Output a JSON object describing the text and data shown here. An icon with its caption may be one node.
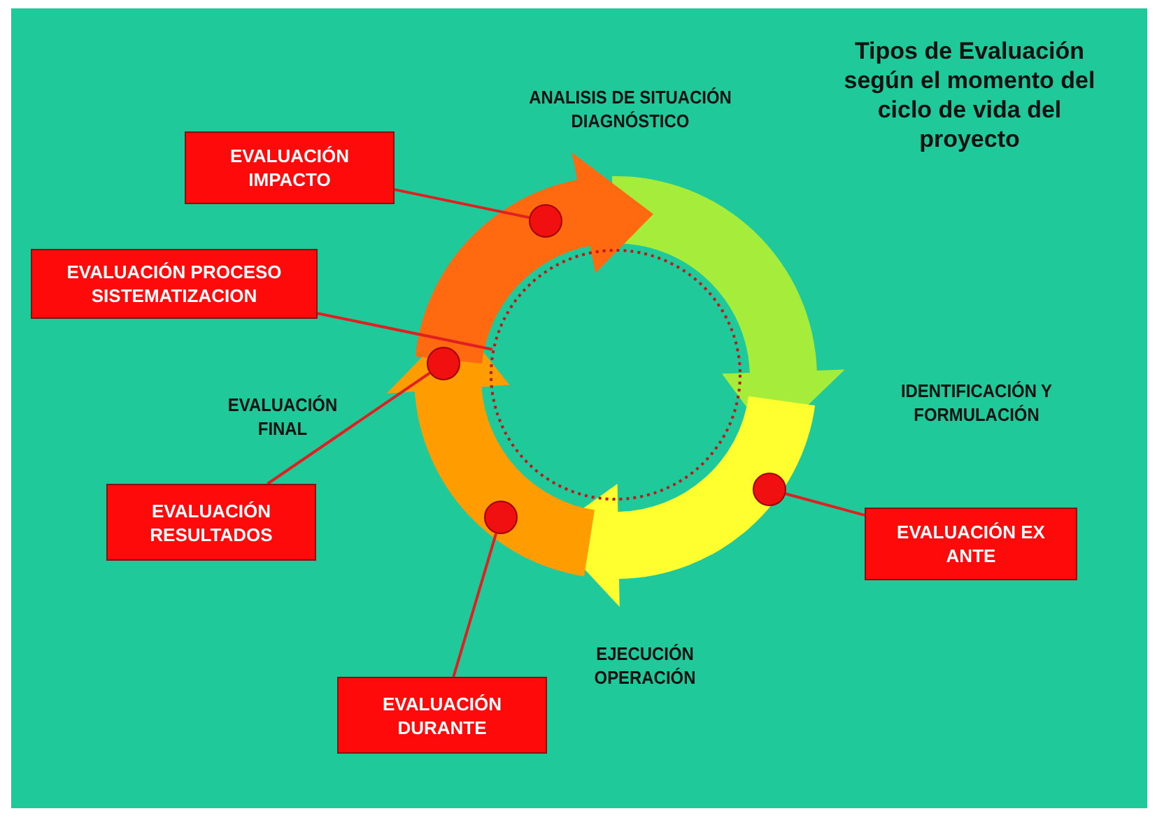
{
  "diagram": {
    "title": "Tipos de Evaluación según el momento del ciclo de vida del proyecto",
    "nodes": [
      {
        "text": [
          "ANALISIS DE SITUACIÓN DIAGNÓSTICO"
        ]
      },
      {
        "text": [
          "IDENTIFICACIÓN Y FORMULACIÓN"
        ]
      },
      {
        "text": [
          "EJECUCIÓN OPERACIÓN"
        ]
      },
      {
        "text": [
          "EVALUACIÓN FINAL"
        ]
      },
      {
        "text": [
          "EVALUACIÓN IMPACTO"
        ]
      },
      {
        "text": [
          "EVALUACIÓN PROCESO SISTEMATIZACION"
        ]
      },
      {
        "text": [
          "EVALUACIÓN RESULTADOS"
        ]
      },
      {
        "text": [
          "EVALUACIÓN DURANTE"
        ]
      },
      {
        "text": [
          "EVALUACIÓN EX ANTE"
        ]
      },
      {
        "text": [],
        "shape": "circle"
      },
      {
        "text": [],
        "shape": "circle"
      },
      {
        "text": [],
        "shape": "circle"
      },
      {
        "text": [],
        "shape": "circle"
      },
      {
        "text": [],
        "shape": "circle"
      }
    ],
    "edges": [
      {
        "from": 3,
        "to": 0,
        "arrow": "to",
        "style": "thick",
        "color": "#ff6a10"
      },
      {
        "from": 0,
        "to": 1,
        "arrow": "to",
        "style": "thick",
        "color": "#a6ec3a"
      },
      {
        "from": 1,
        "to": 2,
        "arrow": "to",
        "style": "thick",
        "color": "#ffff30"
      },
      {
        "from": 2,
        "to": 3,
        "arrow": "to",
        "style": "thick",
        "color": "#ff9c00"
      },
      {
        "from": 4,
        "to": 9,
        "arrow": "none",
        "color": "#e02020"
      },
      {
        "from": 5,
        "to": 13,
        "arrow": "none",
        "color": "#e02020"
      },
      {
        "from": 6,
        "to": 10,
        "arrow": "none",
        "color": "#e02020"
      },
      {
        "from": 7,
        "to": 11,
        "arrow": "none",
        "color": "#e02020"
      },
      {
        "from": 8,
        "to": 12,
        "arrow": "none",
        "color": "#e02020"
      }
    ]
  }
}
